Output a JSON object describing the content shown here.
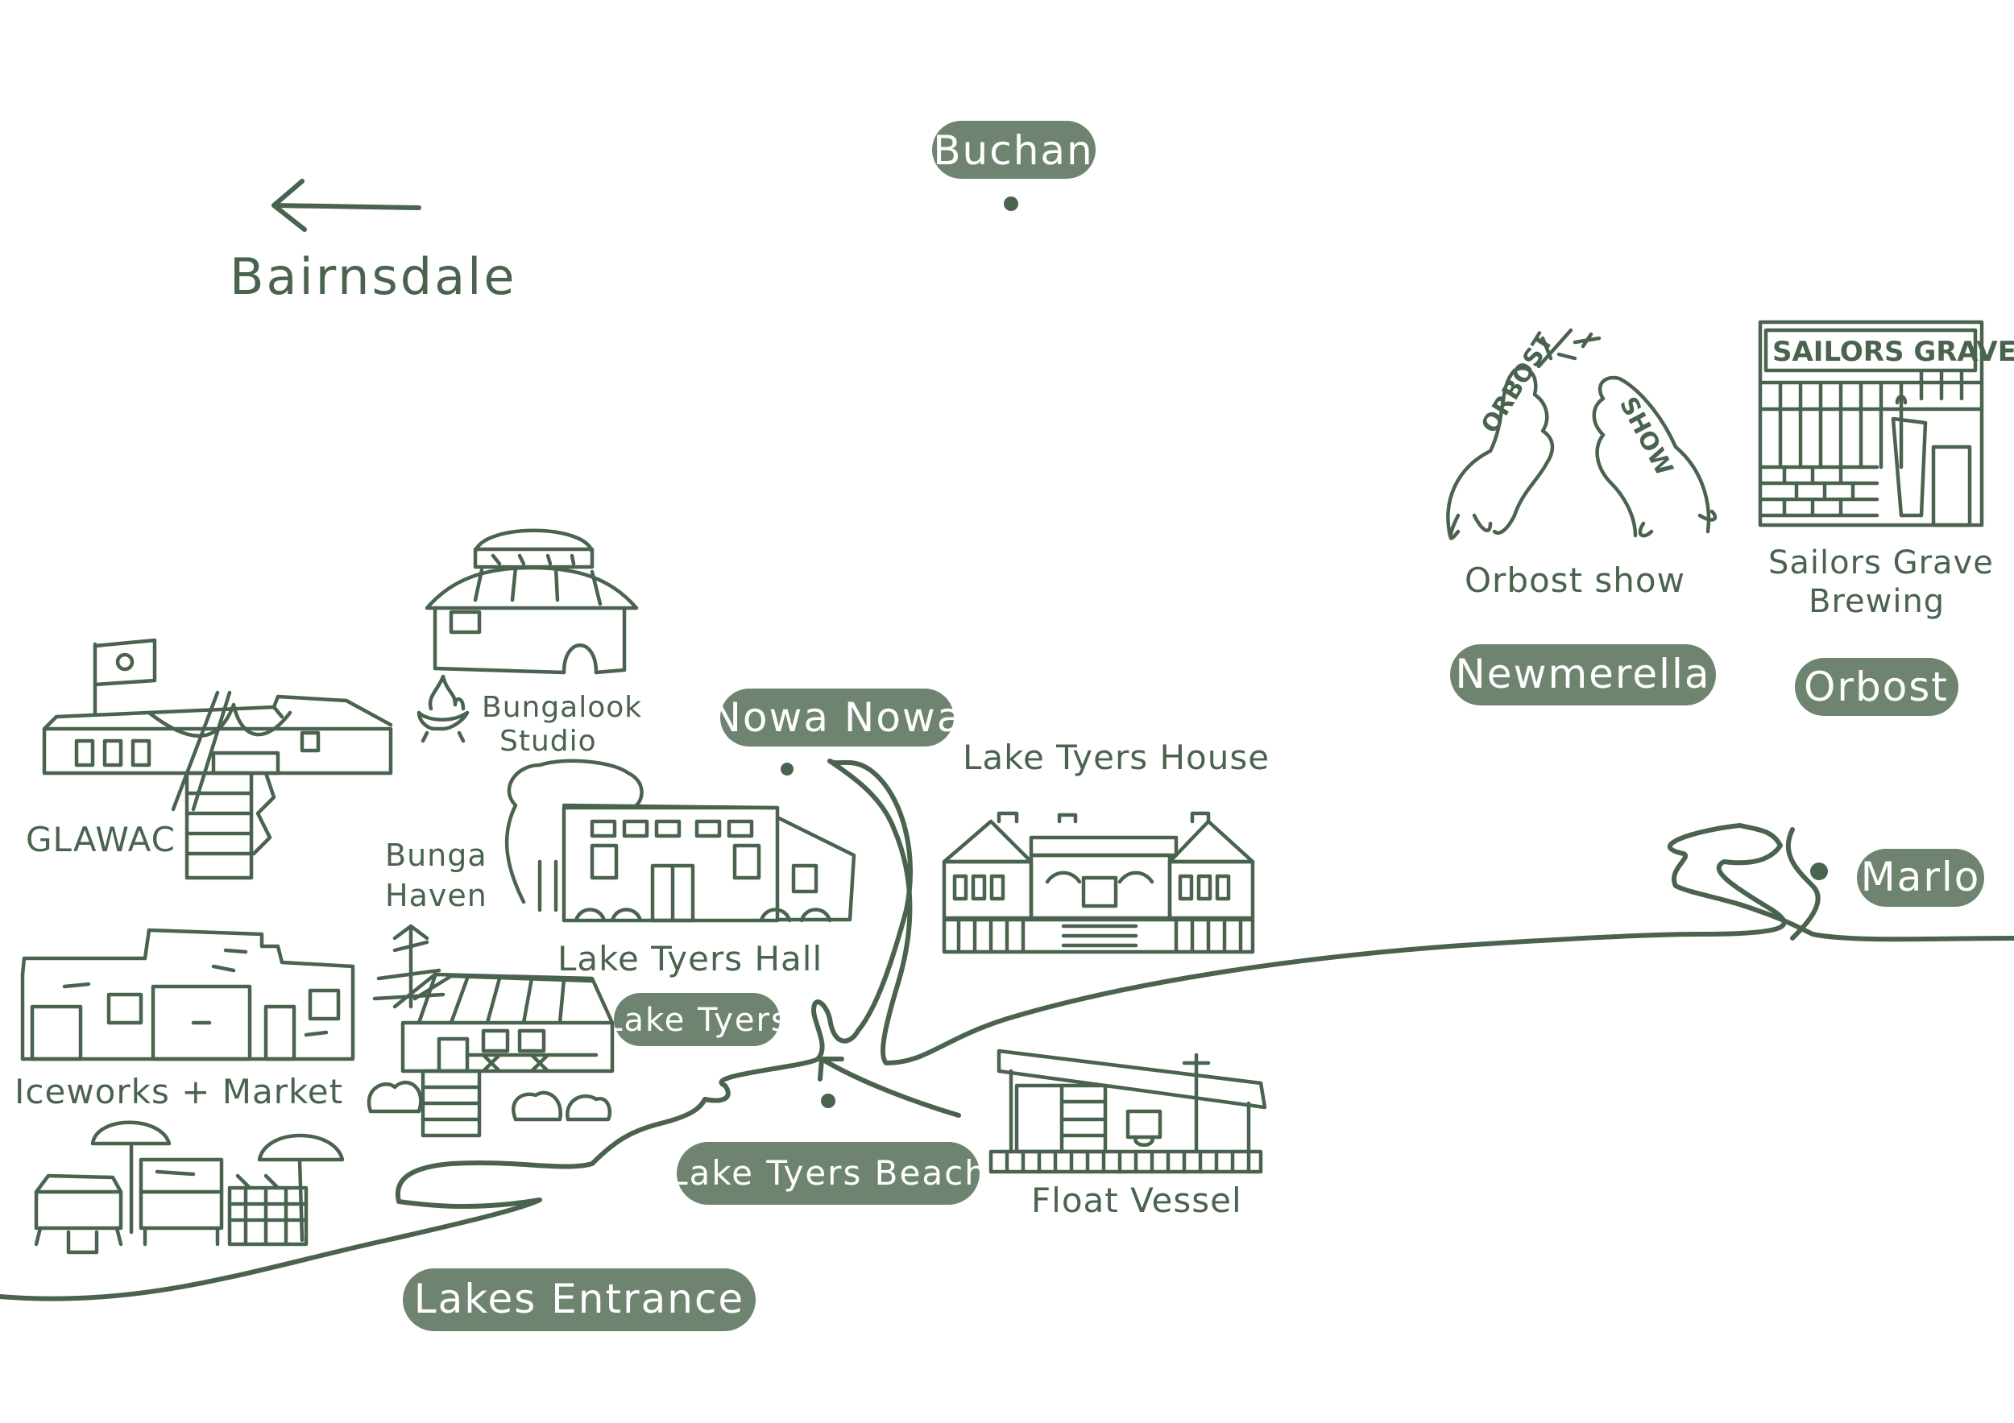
{
  "map": {
    "ink_color": "#4a634e",
    "pill_color": "#6f8470",
    "direction": {
      "label": "Bairnsdale",
      "icon": "arrow-left-icon"
    },
    "towns": [
      {
        "id": "buchan",
        "label": "Buchan"
      },
      {
        "id": "nowa-nowa",
        "label": "Nowa Nowa"
      },
      {
        "id": "lake-tyers",
        "label": "Lake Tyers"
      },
      {
        "id": "lake-tyers-beach",
        "label": "Lake Tyers Beach"
      },
      {
        "id": "lakes-entrance",
        "label": "Lakes Entrance"
      },
      {
        "id": "newmerella",
        "label": "Newmerella"
      },
      {
        "id": "orbost",
        "label": "Orbost"
      },
      {
        "id": "marlo",
        "label": "Marlo"
      }
    ],
    "landmarks": [
      {
        "id": "glawac",
        "label": "GLAWAC",
        "icon": "glawac-building-icon"
      },
      {
        "id": "bungalook",
        "label_line1": "Bungalook",
        "label_line2": "Studio",
        "icon": "dome-building-icon"
      },
      {
        "id": "lake-tyers-hall",
        "label": "Lake Tyers Hall",
        "icon": "hall-building-icon"
      },
      {
        "id": "lake-tyers-house",
        "label": "Lake Tyers House",
        "icon": "house-building-icon"
      },
      {
        "id": "bunga-haven",
        "label_line1": "Bunga",
        "label_line2": "Haven",
        "icon": "cottage-icon"
      },
      {
        "id": "iceworks",
        "label": "Iceworks + Market",
        "icon": "iceworks-building-icon"
      },
      {
        "id": "float-vessel",
        "label": "Float Vessel",
        "icon": "shed-icon"
      },
      {
        "id": "orbost-show",
        "label": "Orbost show",
        "icon": "horses-arch-icon",
        "sign_line1": "ORBOST",
        "sign_line2": "SHOW"
      },
      {
        "id": "sailors-grave",
        "label_line1": "Sailors Grave",
        "label_line2": "Brewing",
        "icon": "brewery-icon",
        "sign": "SAILORS GRAVE"
      }
    ]
  }
}
